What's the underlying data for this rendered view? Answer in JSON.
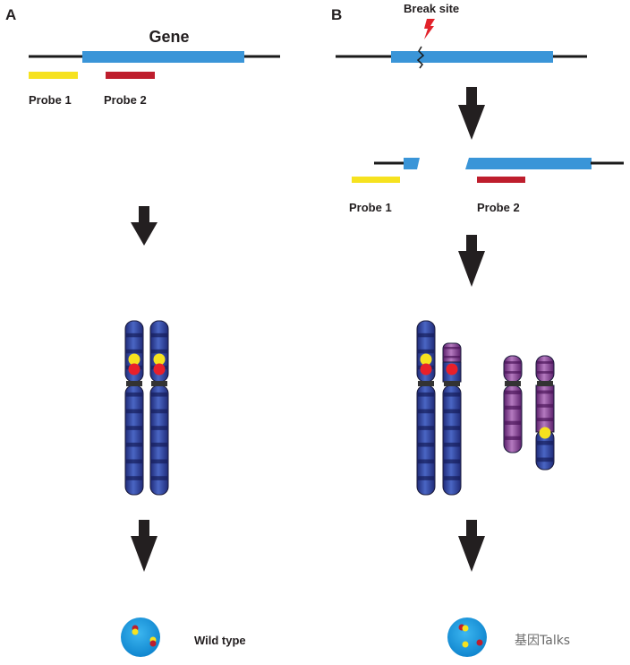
{
  "panels": {
    "a": {
      "letter": "A",
      "gene_label": "Gene",
      "probe1_label": "Probe 1",
      "probe2_label": "Probe 2",
      "result_label": "Wild type"
    },
    "b": {
      "letter": "B",
      "break_label": "Break site",
      "probe1_label": "Probe 1",
      "probe2_label": "Probe 2",
      "watermark": "基因Talks"
    }
  },
  "colors": {
    "gene": "#3a95d8",
    "line": "#1a1a1a",
    "probe1": "#f6e21f",
    "probe2": "#be1e2d",
    "arrow": "#231f20",
    "chrom_blue": "#2f3f95",
    "chrom_purple": "#7b3a86",
    "nucleus": "#1ea0e0",
    "lightning": "#e2222a"
  }
}
